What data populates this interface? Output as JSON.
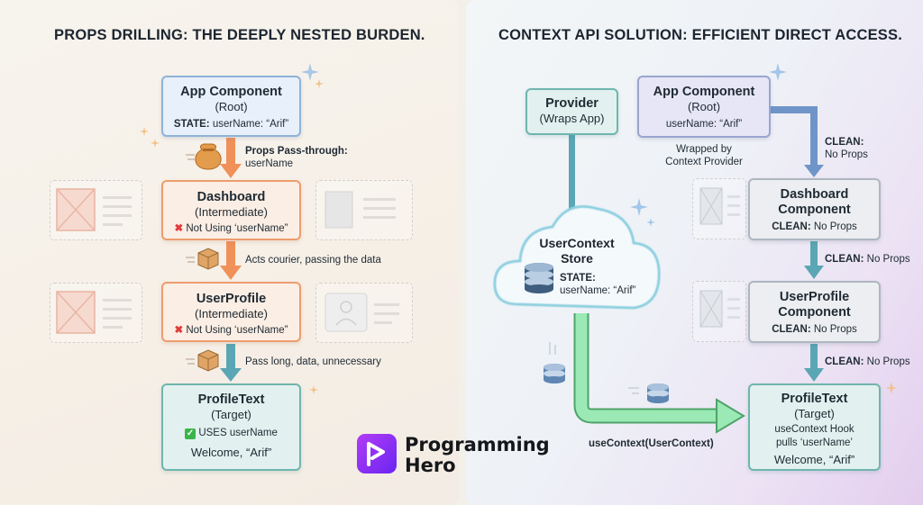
{
  "left": {
    "title": "PROPS DRILLING: THE DEEPLY NESTED BURDEN.",
    "app": {
      "title": "App Component",
      "sub": "(Root)",
      "state_label": "STATE:",
      "state_value": " userName: “Arif”"
    },
    "arrow1": {
      "label_bold": "Props Pass-through:",
      "label": "userName"
    },
    "dashboard": {
      "title": "Dashboard",
      "sub": "(Intermediate)",
      "status": "Not Using ‘userName”"
    },
    "arrow2": {
      "label": "Acts courier, passing the data"
    },
    "userprofile": {
      "title": "UserProfile",
      "sub": "(Intermediate)",
      "status": "Not Using ‘userName”"
    },
    "arrow3": {
      "label": "Pass long, data, unnecessary"
    },
    "profiletext": {
      "title": "ProfileText",
      "sub": "(Target)",
      "status": "USES userName",
      "welcome": "Welcome, “Arif”"
    }
  },
  "right": {
    "title": "CONTEXT API SOLUTION: EFFICIENT DIRECT ACCESS.",
    "provider": {
      "title": "Provider",
      "sub": "(Wraps App)"
    },
    "app": {
      "title": "App Component",
      "sub": "(Root)",
      "state": "userName: “Arif”"
    },
    "wrapped_note": {
      "line1": "Wrapped by",
      "line2": "Context Provider"
    },
    "clean1": {
      "bold": "CLEAN:",
      "text": "No Props"
    },
    "dashboard": {
      "title1": "Dashboard",
      "title2": "Component",
      "clean_bold": "CLEAN:",
      "clean_text": " No Props"
    },
    "clean2": {
      "bold": "CLEAN:",
      "text": " No Props"
    },
    "userprofile": {
      "title1": "UserProfile",
      "title2": "Component",
      "clean_bold": "CLEAN:",
      "clean_text": " No Props"
    },
    "clean3": {
      "bold": "CLEAN:",
      "text": " No Props"
    },
    "store": {
      "title1": "UserContext",
      "title2": "Store",
      "state_label": "STATE:",
      "state_value": "userName: “Arif”"
    },
    "use_context": "useContext(UserContext)",
    "profiletext": {
      "title": "ProfileText",
      "sub": "(Target)",
      "line1": "useContext Hook",
      "line2": "pulls ‘userName’",
      "welcome": "Welcome, “Arif”"
    }
  },
  "brand": {
    "line1": "Programming",
    "line2": "Hero"
  },
  "colors": {
    "orange_arrow": "#f0915a",
    "teal_arrow": "#5aa6b4",
    "green_arrow": "#6fdc93",
    "brand_purple": "#7b2ff7"
  },
  "icons": [
    "moneybag-icon",
    "package-icon",
    "red-x-icon",
    "green-check-icon",
    "database-icon",
    "sparkle-icon",
    "placeholder-image-icon",
    "user-card-icon"
  ]
}
